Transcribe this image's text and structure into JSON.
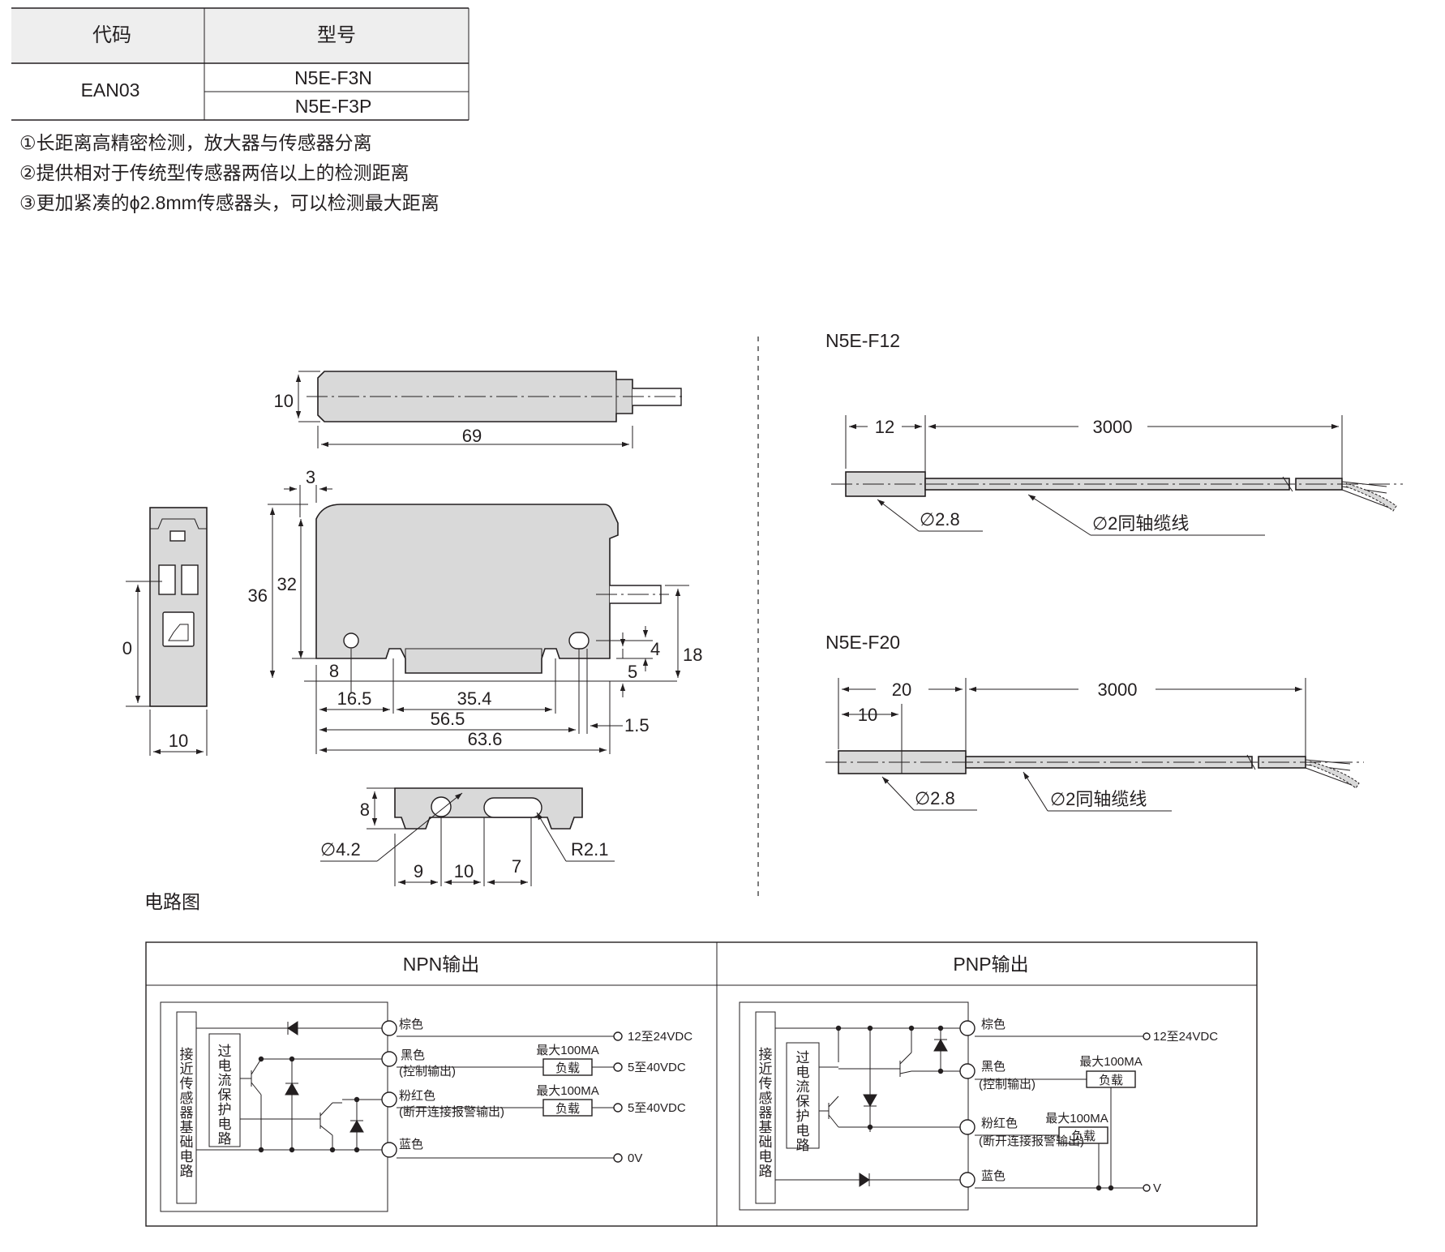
{
  "table": {
    "header_code": "代码",
    "header_model": "型号",
    "code": "EAN03",
    "models": [
      "N5E-F3N",
      "N5E-F3P"
    ]
  },
  "features": [
    "①长距离高精密检测，放大器与传感器分离",
    "②提供相对于传统型传感器两倍以上的检测距离",
    "③更加紧凑的ϕ2.8mm传感器头，可以检测最大距离"
  ],
  "drawing": {
    "top_view": {
      "d_thickness": "10",
      "d_length": "69"
    },
    "front_view": {
      "d_3": "3",
      "d_36": "36",
      "d_32": "32",
      "d_18": "18",
      "d_4": "4",
      "d_5": "5",
      "d_8": "8",
      "d_16_5": "16.5",
      "d_35_4": "35.4",
      "d_56_5": "56.5",
      "d_63_6": "63.6",
      "d_1_5": "1.5"
    },
    "side_view": {
      "d_0": "0",
      "d_10": "10"
    },
    "bottom_view": {
      "d_8": "8",
      "d_hole": "∅4.2",
      "d_9": "9",
      "d_10": "10",
      "d_7": "7",
      "d_r": "R2.1"
    }
  },
  "sensors": [
    {
      "model": "N5E-F12",
      "head_len": "12",
      "cable_len": "3000",
      "head_dia": "∅2.8",
      "cable": "∅2同轴缆线"
    },
    {
      "model": "N5E-F20",
      "head_len": "20",
      "inner_len": "10",
      "cable_len": "3000",
      "head_dia": "∅2.8",
      "cable": "∅2同轴缆线"
    }
  ],
  "circuit": {
    "title": "电路图",
    "npn": {
      "header": "NPN输出",
      "inner_label": "接近传感器基础电路",
      "protect_label": "过电流保护电路",
      "brown": "棕色",
      "black": "黑色",
      "black_note": "(控制输出)",
      "pink": "粉红色",
      "pink_note": "(断开连接报警输出)",
      "blue": "蓝色",
      "max1": "最大100MA",
      "load1": "负载",
      "max2": "最大100MA",
      "load2": "负载",
      "v1": "12至24VDC",
      "v2": "5至40VDC",
      "v3": "5至40VDC",
      "v4": "0V"
    },
    "pnp": {
      "header": "PNP输出",
      "inner_label": "接近传感器基础电路",
      "protect_label": "过电流保护电路",
      "brown": "棕色",
      "black": "黑色",
      "black_note": "(控制输出)",
      "pink": "粉红色",
      "pink_note": "(断开连接报警输出)",
      "blue": "蓝色",
      "max1": "最大100MA",
      "load1": "负载",
      "max2": "最大100MA",
      "load2": "负载",
      "v1": "12至24VDC",
      "v2": "V"
    }
  }
}
